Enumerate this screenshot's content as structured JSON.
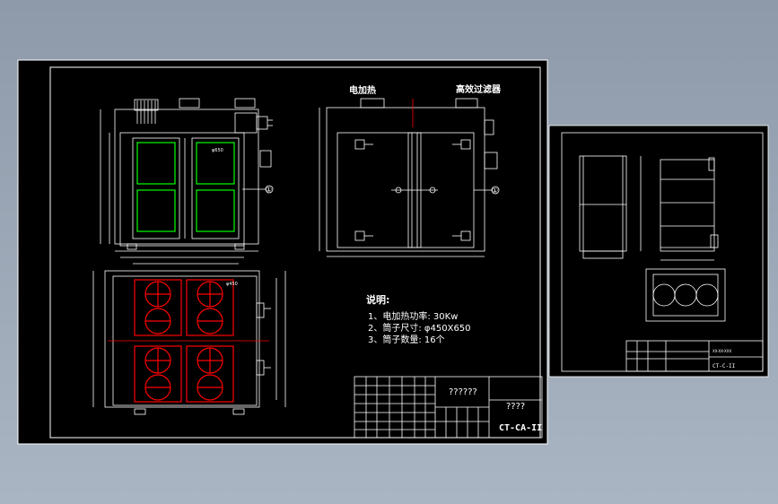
{
  "drawing": {
    "labels": {
      "electric_heating": "电加热",
      "hepa_filter": "高效过滤器"
    },
    "notes": {
      "title": "说明:",
      "lines": [
        "1、电加热功率: 30Kw",
        "2、筒子尺寸: φ450X650",
        "3、筒子数量: 16个"
      ]
    },
    "balloon": "①",
    "dim_650": "φ650",
    "dim_450": "φ450",
    "title_block": {
      "name_placeholder": "??????",
      "company_placeholder": "????",
      "drawing_no": "CT-CA-II"
    },
    "sheet2": {
      "drawing_no": "CT-C-II",
      "small_label": "XX-XX-XXX"
    }
  },
  "colors": {
    "background": "#8e9aaa",
    "sheet": "#000000",
    "line": "#ffffff",
    "green": "#00ff00",
    "red": "#ff0000"
  }
}
